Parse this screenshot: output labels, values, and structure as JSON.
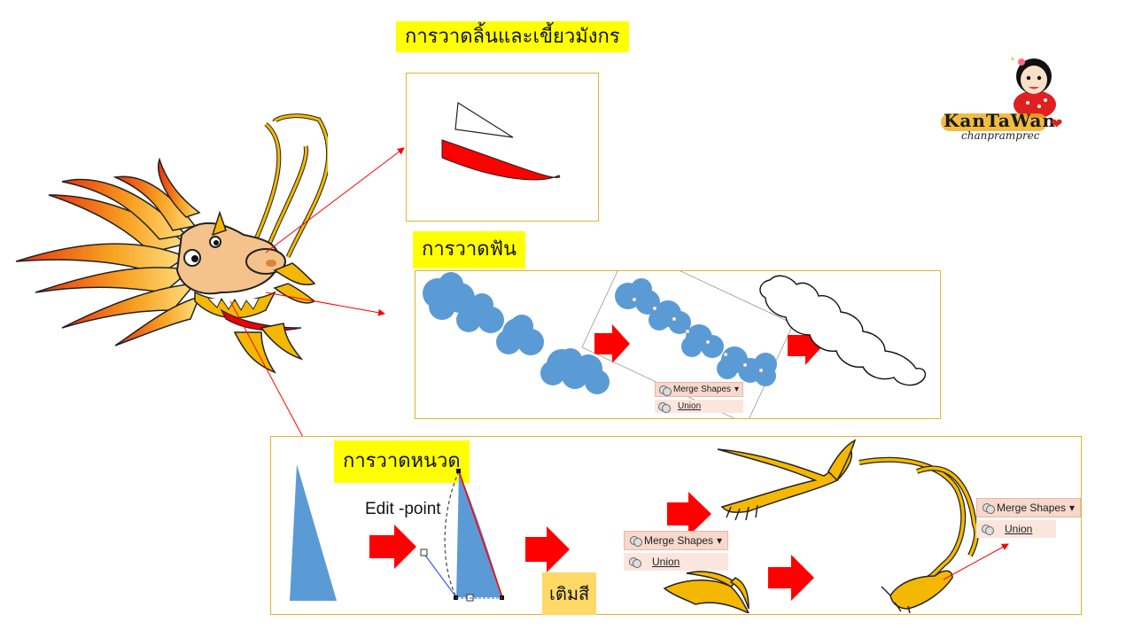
{
  "labels": {
    "tongue_whisker": "การวาดลิ้นและเขี้ยวมังกร",
    "teeth": "การวาดฟัน",
    "whiskers": "การวาดหนวด",
    "fill_color": "เติมสี",
    "edit_point": "Edit -point"
  },
  "merge_menu": {
    "button_label": "Merge Shapes",
    "union_label": "Union",
    "dropdown_glyph": "▾"
  },
  "logo": {
    "name": "KanTaWan",
    "sub": "chanpramprec"
  },
  "colors": {
    "label_bg": "#ffff00",
    "panel_border": "#e0b431",
    "arrow_red": "#ff0000",
    "cloud_blue": "#5b9bd5",
    "dragon_gold": "#f5b800",
    "fill_label_bg": "#ffd966"
  },
  "icons": [
    "red-arrow-icon",
    "merge-shapes-icon",
    "union-icon",
    "mascot-icon"
  ]
}
